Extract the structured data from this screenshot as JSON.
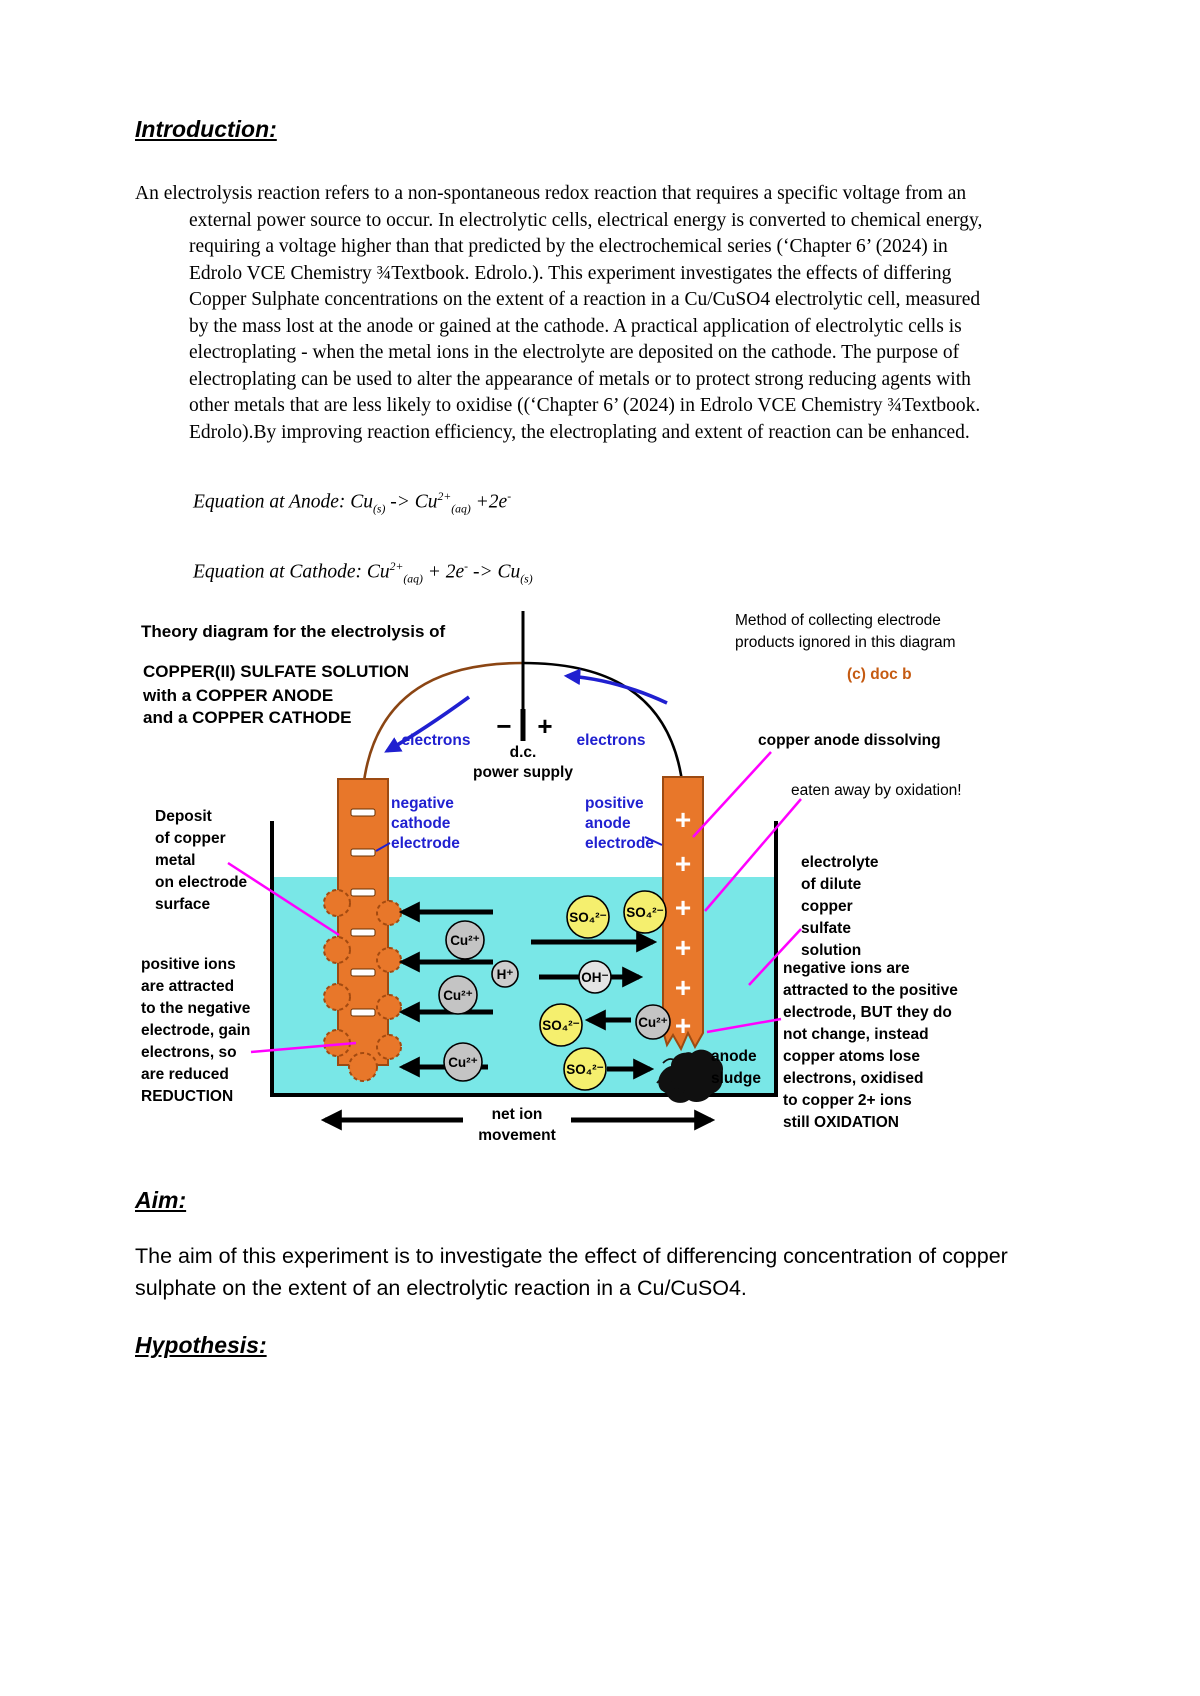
{
  "intro": {
    "heading": "Introduction:",
    "paragraph": "An electrolysis reaction refers to a non-spontaneous redox reaction that requires a specific voltage from an external power source to occur. In electrolytic cells, electrical energy is converted to chemical energy, requiring a voltage higher than that predicted by the electrochemical series (‘Chapter 6’ (2024) in Edrolo VCE Chemistry ¾Textbook. Edrolo.). This experiment investigates the effects of differing Copper Sulphate concentrations on the extent of a reaction in a Cu/CuSO4 electrolytic cell, measured by the mass lost at the anode or gained at the cathode. A practical application of electrolytic cells is electroplating - when the metal ions in the electrolyte are deposited on the cathode. The purpose of electroplating can be used to alter the appearance of metals or to protect strong reducing agents with other metals that are less likely to oxidise ((‘Chapter 6’ (2024) in Edrolo VCE Chemistry ¾Textbook. Edrolo).By improving reaction efficiency, the electroplating and extent of reaction can be enhanced."
  },
  "equations": {
    "anode": {
      "p1": "Equation at Anode: Cu",
      "s1": "(s)",
      "p2": " -> Cu",
      "u1": "2+",
      "s2": "(aq)",
      "p3": " +2e",
      "u2": "-"
    },
    "cathode": {
      "p1": "Equation at Cathode: Cu",
      "u1": "2+",
      "s1": "(aq)",
      "p2": " + 2e",
      "u2": "-",
      "p3": " -> Cu",
      "s2": "(s)"
    }
  },
  "aim": {
    "heading": "Aim:",
    "paragraph": "The aim of this experiment is to investigate the effect of differencing concentration of copper sulphate on the extent of an electrolytic reaction in a Cu/CuSO4."
  },
  "hypothesis": {
    "heading": "Hypothesis:"
  },
  "diagram": {
    "title": [
      "Theory diagram for the electrolysis of",
      "COPPER(II) SULFATE SOLUTION",
      "with a COPPER ANODE",
      "and a COPPER CATHODE"
    ],
    "method_note": [
      "Method of collecting electrode",
      "products ignored in this diagram"
    ],
    "credit": "(c) doc b",
    "electrons": "electrons",
    "terminal_minus": "−",
    "terminal_plus": "+",
    "power_supply": [
      "d.c.",
      "power supply"
    ],
    "cathode_label": [
      "negative",
      "cathode",
      "electrode"
    ],
    "anode_label": [
      "positive",
      "anode",
      "electrode"
    ],
    "anode_dissolving": "copper anode dissolving",
    "eaten_away": "eaten away by oxidation!",
    "deposit_label": [
      "Deposit",
      "of copper",
      "metal",
      "on electrode",
      "surface"
    ],
    "reduction_label": [
      "positive ions",
      "are attracted",
      "to the negative",
      "electrode, gain",
      "electrons, so",
      "are reduced",
      "REDUCTION"
    ],
    "electrolyte_label": [
      "electrolyte",
      "of dilute",
      "copper",
      "sulfate",
      "solution"
    ],
    "oxidation_label": [
      "negative ions are",
      "attracted to the positive",
      "electrode, BUT they do",
      "not change, instead",
      "copper atoms lose",
      "electrons, oxidised",
      "to copper 2+ ions",
      "still OXIDATION"
    ],
    "sludge_label": [
      "anode",
      "sludge"
    ],
    "net_ion_label": [
      "net ion",
      "movement"
    ],
    "plus_sign": "+",
    "ions": {
      "cu": "Cu²⁺",
      "so4": "SO₄²⁻",
      "h": "H⁺",
      "oh": "OH⁻"
    },
    "colors": {
      "solution": "#79E7E7",
      "electrode": "#E8772A",
      "ion_yellow": "#F5EF6E",
      "ion_gray": "#C4C4C4",
      "label_blue": "#2020D0",
      "pointer_magenta": "#FF00FF",
      "credit_orange": "#C55A11"
    }
  }
}
